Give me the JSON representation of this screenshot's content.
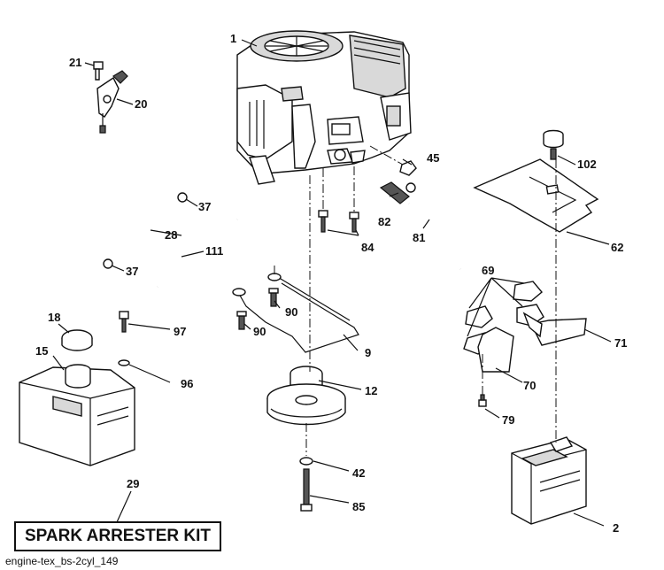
{
  "kit_label": "SPARK ARRESTER KIT",
  "footer_code": "engine-tex_bs-2cyl_149",
  "callouts": {
    "c1": "1",
    "c2": "2",
    "c9": "9",
    "c12": "12",
    "c15": "15",
    "c18": "18",
    "c20": "20",
    "c21": "21",
    "c28": "28",
    "c29": "29",
    "c37a": "37",
    "c37b": "37",
    "c42": "42",
    "c45": "45",
    "c62": "62",
    "c69": "69",
    "c70": "70",
    "c71": "71",
    "c79": "79",
    "c81": "81",
    "c82": "82",
    "c84": "84",
    "c85": "85",
    "c90a": "90",
    "c90b": "90",
    "c96": "96",
    "c97": "97",
    "c102": "102",
    "c111": "111"
  }
}
